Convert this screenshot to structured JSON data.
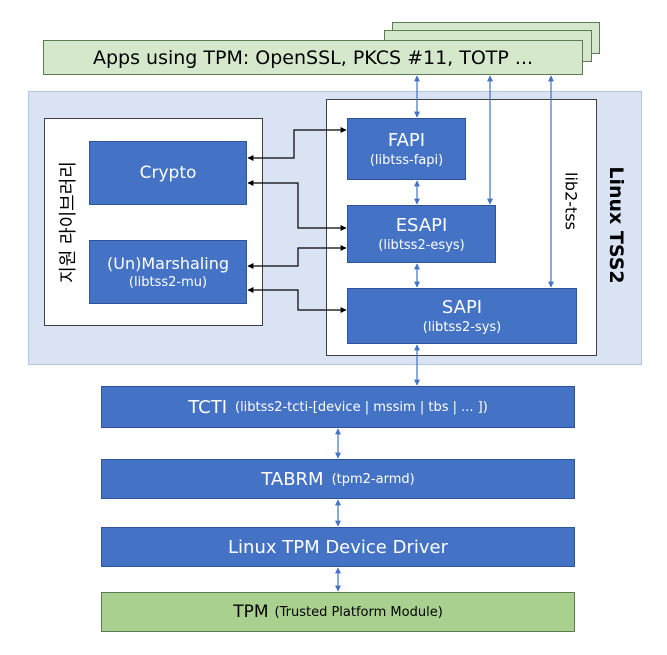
{
  "apps": {
    "label": "Apps using TPM: OpenSSL, PKCS #11, TOTP ..."
  },
  "tss2": {
    "label": "Linux TSS2"
  },
  "support_lib": {
    "label": "지원 라이브러리"
  },
  "lib2tss": {
    "label": "lib2-tss"
  },
  "crypto": {
    "label": "Crypto"
  },
  "marshaling": {
    "label": "(Un)Marshaling",
    "sub": "(libtss2-mu)"
  },
  "fapi": {
    "label": "FAPI",
    "sub": "(libtss-fapi)"
  },
  "esapi": {
    "label": "ESAPI",
    "sub": "(libtss2-esys)"
  },
  "sapi": {
    "label": "SAPI",
    "sub": "(libtss2-sys)"
  },
  "tcti": {
    "label": "TCTI",
    "sub": "(libtss2-tcti-[device | mssim | tbs | ... ])"
  },
  "tabrm": {
    "label": "TABRM",
    "sub": "(tpm2-armd)"
  },
  "driver": {
    "label": "Linux TPM Device Driver"
  },
  "tpm": {
    "label": "TPM",
    "sub": "(Trusted Platform Module)"
  },
  "colors": {
    "accent_blue": "#4472c4",
    "light_blue": "#dae3f3",
    "green": "#d5e8cc",
    "tpm_green": "#a9d08e"
  }
}
